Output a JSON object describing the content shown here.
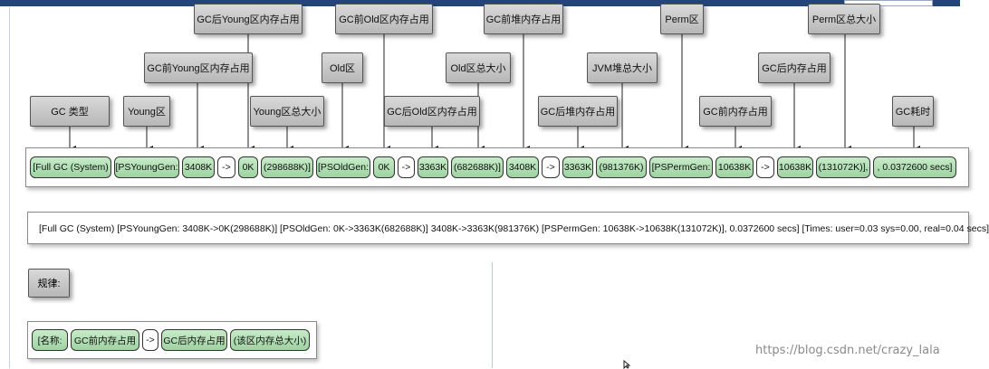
{
  "labels": {
    "gc_type": "GC 类型",
    "young": "Young区",
    "gc_before_young": "GC前Young区内存占用",
    "gc_after_young": "GC后Young区内存占用",
    "young_total": "Young区总大小",
    "old": "Old区",
    "gc_before_old": "GC前Old区内存占用",
    "gc_after_old": "GC后Old区内存占用",
    "old_total": "Old区总大小",
    "gc_before_heap": "GC前堆内存占用",
    "gc_after_heap": "GC后堆内存占用",
    "jvm_heap_total": "JVM堆总大小",
    "perm": "Perm区",
    "gc_before_mem": "GC前内存占用",
    "gc_after_mem": "GC后内存占用",
    "perm_total": "Perm区总大小",
    "gc_time": "GC耗时"
  },
  "segments": {
    "full_gc": "[Full GC (System)",
    "ps_young": "[PSYoungGen:",
    "young_before": "3408K",
    "arrow1": "->",
    "young_after": "0K",
    "young_total": "(298688K)]",
    "ps_old": "[PSOldGen:",
    "old_before": "0K",
    "arrow2": "->",
    "old_after": "3363K",
    "old_total": "(682688K)]",
    "heap_before": "3408K",
    "arrow3": "->",
    "heap_after": "3363K",
    "heap_total": "(981376K)",
    "ps_perm": "[PSPermGen:",
    "perm_before": "10638K",
    "arrow4": "->",
    "perm_after": "10638K",
    "perm_total": "(131072K)],",
    "time": ", 0.0372600 secs]"
  },
  "log_line": "[Full GC (System) [PSYoungGen: 3408K->0K(298688K)] [PSOldGen: 0K->3363K(682688K)] 3408K->3363K(981376K) [PSPermGen: 10638K->10638K(131072K)], 0.0372600 secs] [Times: user=0.03 sys=0.00, real=0.04 secs]",
  "rule_label": "规律:",
  "pattern": {
    "name": "[名称:",
    "before": "GC前内存占用",
    "arrow": "->",
    "after": "GC后内存占用",
    "total": "(该区内存总大小)"
  },
  "watermark": "https://blog.csdn.net/crazy_lala",
  "colors": {
    "cell_green": "#b3e0b6",
    "label_gray": "#c8c8c8",
    "topbar": "#24457a"
  }
}
